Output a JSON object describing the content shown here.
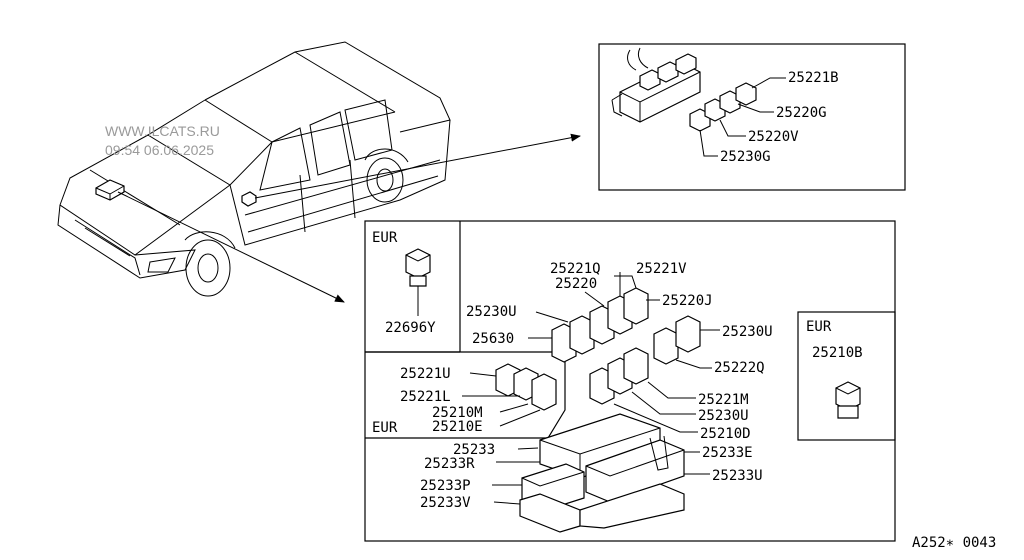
{
  "watermark": {
    "site": "WWW.ILCATS.RU",
    "datetime": "09:54 06.06.2025"
  },
  "diagram_code": "A252∗ 0043",
  "regions": {
    "eur_top_left": "EUR",
    "eur_bottom_left": "EUR",
    "eur_right": "EUR"
  },
  "parts": {
    "p25221B": "25221B",
    "p25220G": "25220G",
    "p25220V": "25220V",
    "p25230G": "25230G",
    "p22696Y": "22696Y",
    "p25221Q": "25221Q",
    "p25221V": "25221V",
    "p25220": "25220",
    "p25220J": "25220J",
    "p25230U_left": "25230U",
    "p25630": "25630",
    "p25230U_right": "25230U",
    "p25222Q": "25222Q",
    "p25210B": "25210B",
    "p25221U": "25221U",
    "p25221L": "25221L",
    "p25210M": "25210M",
    "p25210E": "25210E",
    "p25221M": "25221M",
    "p25230U_mid": "25230U",
    "p25210D": "25210D",
    "p25233": "25233",
    "p25233R": "25233R",
    "p25233E": "25233E",
    "p25233U": "25233U",
    "p25233P": "25233P",
    "p25233V": "25233V"
  }
}
